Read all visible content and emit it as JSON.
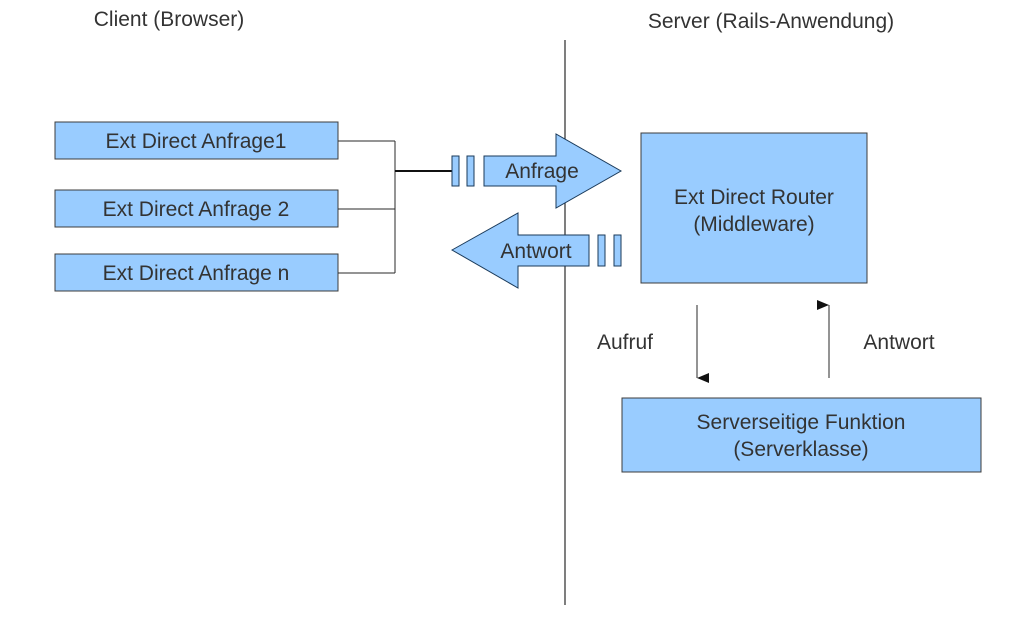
{
  "headings": {
    "client": "Client (Browser)",
    "server": "Server (Rails-Anwendung)"
  },
  "requests": [
    "Ext Direct Anfrage1",
    "Ext Direct Anfrage 2",
    "Ext Direct Anfrage n"
  ],
  "transfer": {
    "request_arrow": "Anfrage",
    "response_arrow": "Antwort"
  },
  "router": {
    "line1": "Ext Direct Router",
    "line2": "(Middleware)"
  },
  "function_box": {
    "line1": "Serverseitige Funktion",
    "line2": "(Serverklasse)"
  },
  "call_labels": {
    "call": "Aufruf",
    "response": "Antwort"
  },
  "colors": {
    "box_fill": "#99ccff",
    "border": "#3c3c3c",
    "text": "#333333"
  }
}
